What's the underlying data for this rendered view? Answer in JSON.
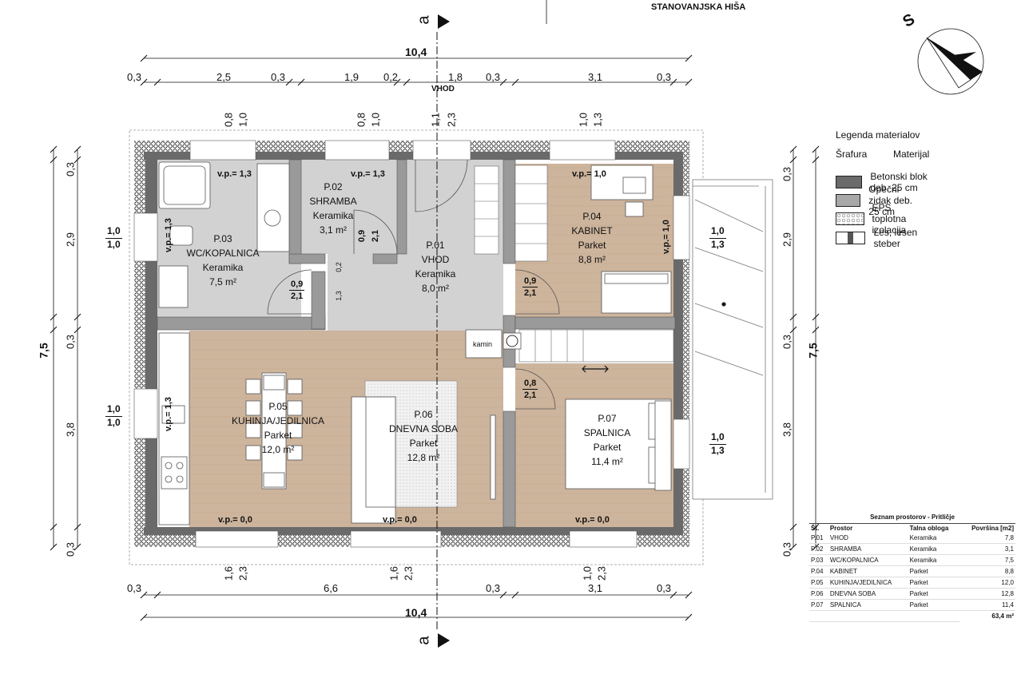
{
  "title": "STANOVANJSKA HIŠA",
  "compass": {
    "label": "S"
  },
  "section_marker": "a",
  "entrance_label": "VHOD",
  "overall": {
    "width": "10,4",
    "height": "7,5"
  },
  "top_dims": [
    "0,3",
    "2,5",
    "0,3",
    "1,9",
    "0,2",
    "1,8",
    "0,3",
    "3,1",
    "0,3"
  ],
  "bottom_dims": [
    "0,3",
    "6,6",
    "0,3",
    "3,1",
    "0,3"
  ],
  "left_dims": [
    "0,3",
    "2,9",
    "0,3",
    "3,8",
    "0,3"
  ],
  "right_dims": [
    "0,3",
    "2,9",
    "0,3",
    "3,8",
    "0,3"
  ],
  "window_top": [
    {
      "a": "0,8",
      "b": "1,0"
    },
    {
      "a": "0,8",
      "b": "1,0"
    },
    {
      "a": "1,1",
      "b": "2,3"
    },
    {
      "a": "1,0",
      "b": "1,3"
    }
  ],
  "window_bottom": [
    {
      "a": "1,6",
      "b": "2,3"
    },
    {
      "a": "1,6",
      "b": "2,3"
    },
    {
      "a": "1,0",
      "b": "2,3"
    }
  ],
  "window_left": [
    {
      "a": "1,0",
      "b": "1,0"
    },
    {
      "a": "1,0",
      "b": "1,0"
    }
  ],
  "window_right": [
    {
      "a": "1,0",
      "b": "1,3"
    },
    {
      "a": "1,0",
      "b": "1,3"
    }
  ],
  "doors": [
    {
      "w": "0,9",
      "h": "2,1"
    },
    {
      "w": "0,9",
      "h": "2,1"
    },
    {
      "w": "0,9",
      "h": "2,1"
    },
    {
      "w": "0,8",
      "h": "2,1"
    }
  ],
  "wall_labels": {
    "a": "0,2",
    "b": "1,3"
  },
  "fireplace": "kamin",
  "sill_heights": {
    "p02": "v.p.= 1,3",
    "p03_top": "v.p.= 1,3",
    "p03_side": "v.p.= 1,3",
    "p04_top": "v.p.= 1,0",
    "p04_side": "v.p.= 1,0",
    "p05_side": "v.p.= 1,3",
    "p05_bottom": "v.p.= 0,0",
    "p06_bottom": "v.p.= 0,0",
    "p07_bottom": "v.p.= 0,0"
  },
  "rooms": [
    {
      "code": "P.01",
      "name": "VHOD",
      "floor": "Keramika",
      "area": "8,0 m²"
    },
    {
      "code": "P.02",
      "name": "SHRAMBA",
      "floor": "Keramika",
      "area": "3,1 m²"
    },
    {
      "code": "P.03",
      "name": "WC/KOPALNICA",
      "floor": "Keramika",
      "area": "7,5 m²"
    },
    {
      "code": "P.04",
      "name": "KABINET",
      "floor": "Parket",
      "area": "8,8 m²"
    },
    {
      "code": "P.05",
      "name": "KUHINJA/JEDILNICA",
      "floor": "Parket",
      "area": "12,0 m²"
    },
    {
      "code": "P.06",
      "name": "DNEVNA SOBA",
      "floor": "Parket",
      "area": "12,8 m²"
    },
    {
      "code": "P.07",
      "name": "SPALNICA",
      "floor": "Parket",
      "area": "11,4 m²"
    }
  ],
  "legend": {
    "title": "Legenda materialov",
    "col1": "Šrafura",
    "col2": "Materijal",
    "items": [
      {
        "label": "Betonski blok deb. 25 cm",
        "color": "#6a6a6a"
      },
      {
        "label": "Opečni zidak deb. 25 cm",
        "color": "#a8a8a8"
      },
      {
        "label": "EPS toplotna izolacija",
        "color": "#d8d8d8"
      },
      {
        "label": "Les, lesen steber",
        "color": "#888888"
      }
    ]
  },
  "schedule": {
    "title": "Seznam prostorov - Pritličje",
    "headers": [
      "Št.",
      "Prostor",
      "Talna obloga",
      "Površina [m2]"
    ],
    "rows": [
      [
        "P.01",
        "VHOD",
        "Keramika",
        "7,8"
      ],
      [
        "P.02",
        "SHRAMBA",
        "Keramika",
        "3,1"
      ],
      [
        "P.03",
        "WC/KOPALNICA",
        "Keramika",
        "7,5"
      ],
      [
        "P.04",
        "KABINET",
        "Parket",
        "8,8"
      ],
      [
        "P.05",
        "KUHINJA/JEDILNICA",
        "Parket",
        "12,0"
      ],
      [
        "P.06",
        "DNEVNA SOBA",
        "Parket",
        "12,8"
      ],
      [
        "P.07",
        "SPALNICA",
        "Parket",
        "11,4"
      ]
    ],
    "total": "63,4 m²"
  },
  "colors": {
    "tile": "#d2d2d2",
    "wood": "#cdb49c",
    "wall": "#9a9a9a",
    "insulation": "#3a3a3a"
  }
}
